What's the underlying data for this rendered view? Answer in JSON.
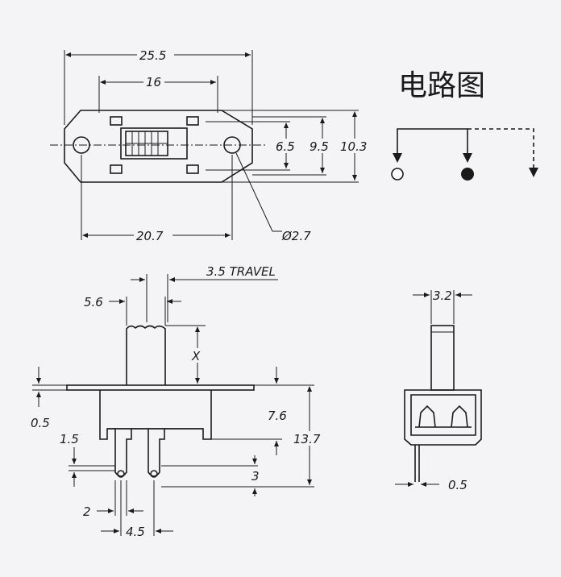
{
  "circuit": {
    "title": "电路图"
  },
  "top_view": {
    "overall_length": "25.5",
    "inner_length": "16",
    "hole_spacing": "20.7",
    "hole_diameter": "Ø2.7",
    "height_a": "6.5",
    "height_b": "9.5",
    "height_c": "10.3"
  },
  "front_view": {
    "travel": "3.5 TRAVEL",
    "actuator_width": "5.6",
    "actuator_height": "X",
    "flange_thickness": "0.5",
    "body_height": "7.6",
    "total_height": "13.7",
    "terminal_width": "1.5",
    "terminal_length": "3",
    "pin_offset": "2",
    "pin_pitch": "4.5"
  },
  "side_view": {
    "actuator_width": "3.2",
    "terminal_thickness": "0.5"
  }
}
